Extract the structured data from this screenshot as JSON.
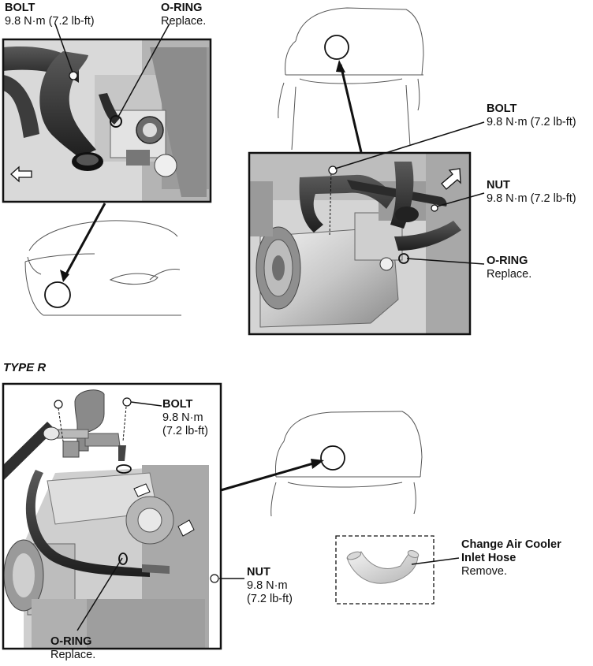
{
  "labels": {
    "tl_bolt": {
      "title": "BOLT",
      "line1": "9.8 N·m (7.2 lb-ft)"
    },
    "tl_oring": {
      "title": "O-RING",
      "line1": "Replace."
    },
    "tr_bolt": {
      "title": "BOLT",
      "line1": "9.8 N·m (7.2 lb-ft)"
    },
    "tr_nut": {
      "title": "NUT",
      "line1": "9.8 N·m (7.2 lb-ft)"
    },
    "tr_oring": {
      "title": "O-RING",
      "line1": "Replace."
    },
    "section_title": "TYPE R",
    "br_bolt": {
      "title": "BOLT",
      "line1": "9.8 N·m",
      "line2": "(7.2 lb-ft)"
    },
    "br_nut": {
      "title": "NUT",
      "line1": "9.8 N·m",
      "line2": "(7.2 lb-ft)"
    },
    "br_oring": {
      "title": "O-RING",
      "line1": "Replace."
    },
    "hose": {
      "title1": "Change Air Cooler",
      "title2": "Inlet Hose",
      "line1": "Remove."
    }
  },
  "colors": {
    "line": "#111111",
    "gray_dark": "#555555",
    "gray_mid": "#9a9a9a",
    "gray_light": "#d6d6d6"
  }
}
